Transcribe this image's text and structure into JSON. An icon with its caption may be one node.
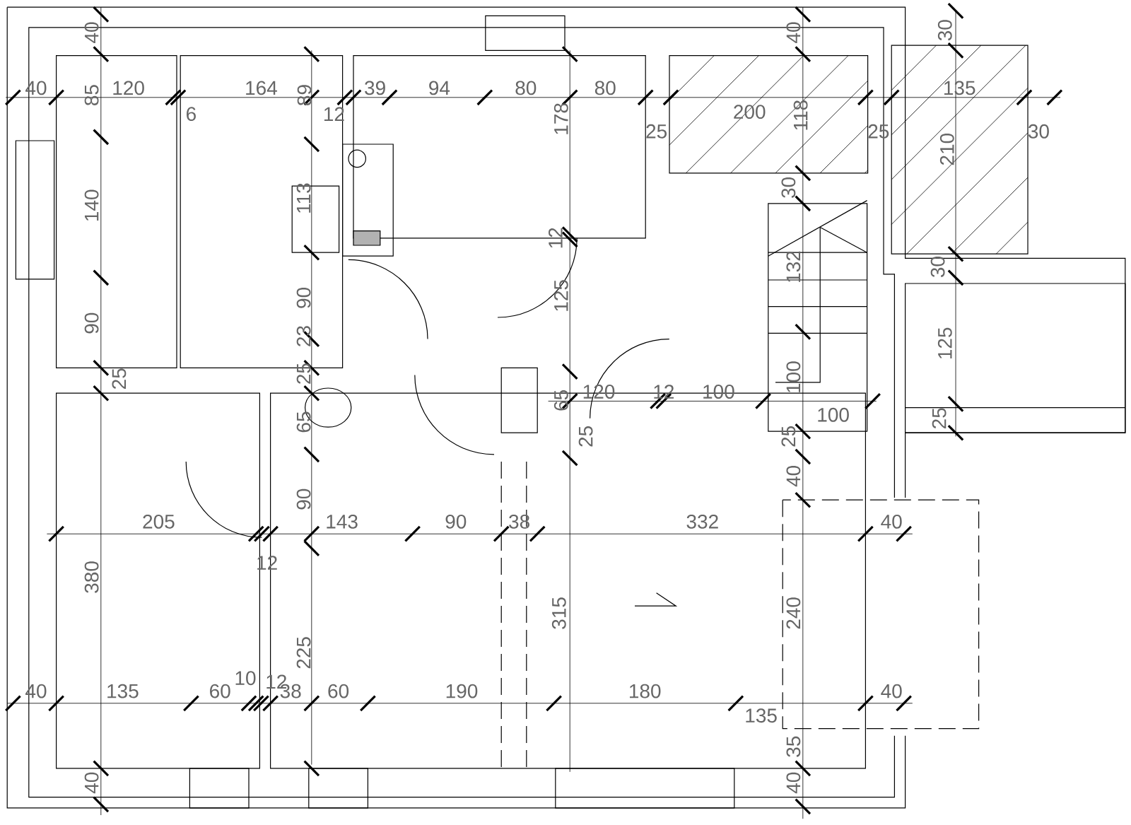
{
  "diagram": {
    "labels": [
      "40",
      "40",
      "30",
      "40",
      "85",
      "120",
      "164",
      "89",
      "39",
      "94",
      "80",
      "80",
      "135",
      "6",
      "12",
      "178",
      "200",
      "118",
      "25",
      "25",
      "210",
      "30",
      "30",
      "140",
      "113",
      "12",
      "132",
      "30",
      "90",
      "125",
      "90",
      "125",
      "23",
      "25",
      "25",
      "100",
      "120",
      "12",
      "100",
      "65",
      "65",
      "100",
      "25",
      "25",
      "25",
      "40",
      "90",
      "205",
      "143",
      "90",
      "38",
      "332",
      "40",
      "12",
      "380",
      "315",
      "240",
      "225",
      "10",
      "12",
      "40",
      "135",
      "60",
      "38",
      "60",
      "190",
      "180",
      "40",
      "135",
      "35",
      "40",
      "40"
    ]
  }
}
